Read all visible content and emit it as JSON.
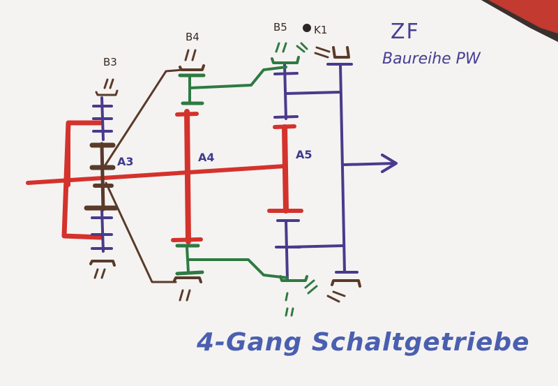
{
  "header": {
    "maker": "ZF",
    "series": "Baureihe PW"
  },
  "caption": "4-Gang Schaltgetriebe",
  "labels": {
    "brakes": [
      "B3",
      "B4",
      "B5",
      "K1"
    ],
    "planets": [
      "A3",
      "A4",
      "A5"
    ]
  },
  "colors": {
    "paper": "#f4f3f1",
    "red": "#d4322c",
    "purple": "#4a3a8c",
    "green": "#2e7a42",
    "brown": "#5a3a2a",
    "ink_blue": "#4a5fb0"
  }
}
